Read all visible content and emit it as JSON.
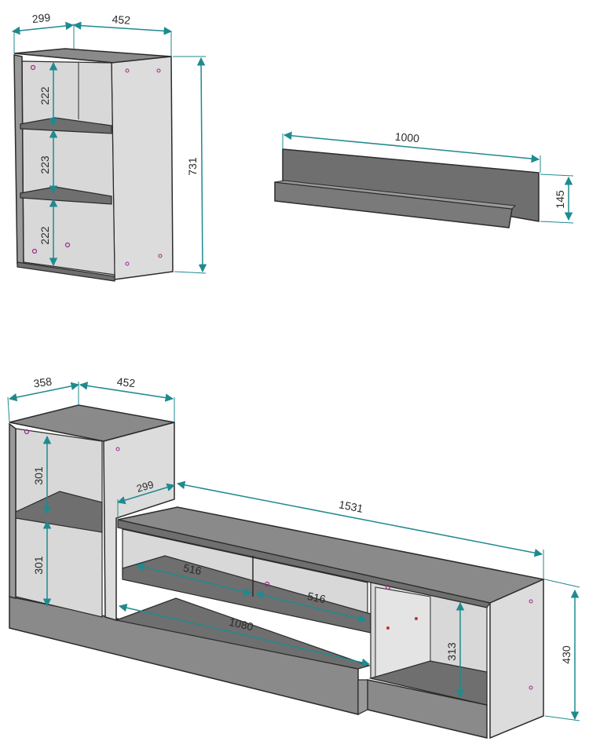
{
  "colors": {
    "dimension": "#1f8a8f",
    "panel_edge": "#2b2b2b",
    "panel_face": "#dcdcdc",
    "panel_top": "#8a8a8a",
    "panel_dark": "#6f6f6f",
    "hardware": "#a0288c"
  },
  "diagram": {
    "items": [
      {
        "id": "bookcase",
        "dimensions": {
          "depth": "299",
          "width": "452",
          "height": "731",
          "shelf_1": "222",
          "shelf_2": "223",
          "shelf_3": "222"
        }
      },
      {
        "id": "wall-shelf",
        "dimensions": {
          "length": "1000",
          "height": "145"
        }
      },
      {
        "id": "tv-stand-unit",
        "dimensions": {
          "tall_depth": "358",
          "tall_width": "452",
          "tall_shelf_upper": "301",
          "tall_shelf_lower": "301",
          "low_depth": "299",
          "low_length": "1531",
          "niche_left": "516",
          "niche_right": "516",
          "open_width": "1080",
          "side_height": "313",
          "total_height": "430"
        }
      }
    ]
  }
}
